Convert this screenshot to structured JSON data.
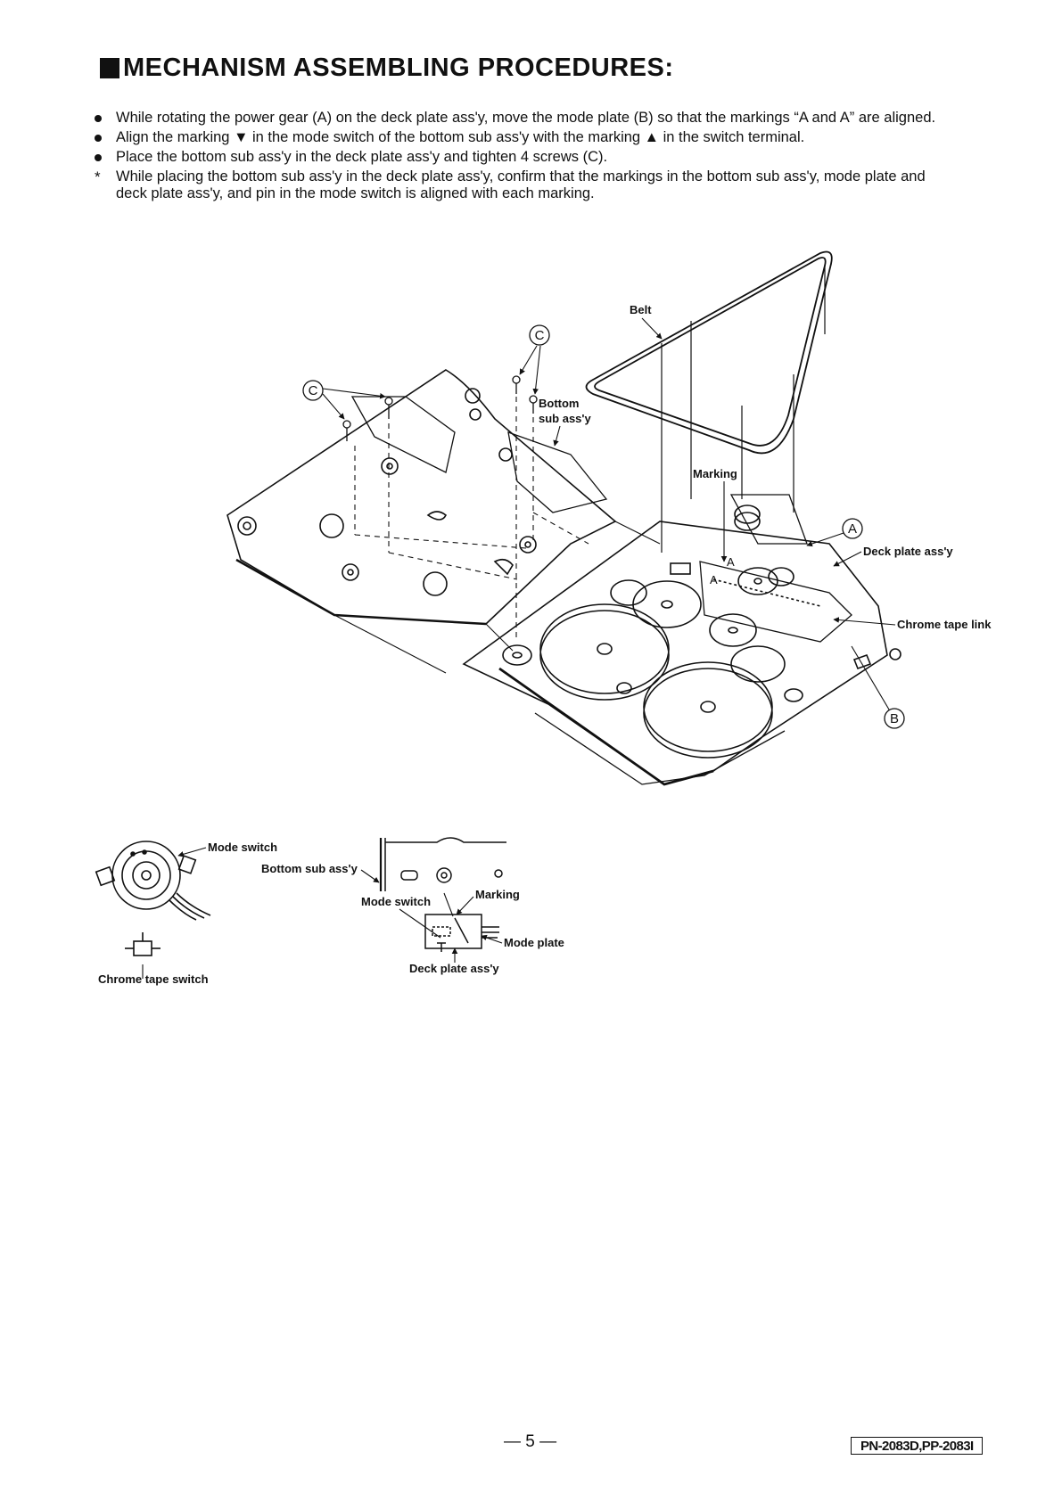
{
  "heading": "MECHANISM ASSEMBLING PROCEDURES:",
  "steps": [
    {
      "bullet": "dot",
      "text": "While rotating the power gear (A) on the deck plate ass'y, move the mode plate (B) so that the markings “A and A” are aligned."
    },
    {
      "bullet": "dot",
      "text": "Align the marking ▼ in the mode switch of the bottom sub ass'y with the marking ▲ in the switch terminal."
    },
    {
      "bullet": "dot",
      "text": "Place the bottom sub ass'y in the deck plate ass'y and tighten 4 screws (C)."
    },
    {
      "bullet": "star",
      "text": "While placing the bottom sub ass'y in the deck plate ass'y, confirm that the markings in the bottom sub ass'y, mode plate and deck plate ass'y, and pin in the mode switch is aligned with each marking."
    }
  ],
  "diagram": {
    "belt": "Belt",
    "callout_c1": "C",
    "callout_c2": "C",
    "callout_a": "A",
    "callout_b": "B",
    "bottom_sub_1": "Bottom",
    "bottom_sub_2": "sub ass'y",
    "marking": "Marking",
    "deck_plate": "Deck plate ass'y",
    "chrome_link": "Chrome tape link",
    "gear_mark_a1": "A",
    "gear_mark_a2": "A"
  },
  "detail_left": {
    "mode_switch": "Mode switch",
    "chrome_switch": "Chrome tape switch"
  },
  "detail_right": {
    "bottom_sub": "Bottom sub ass'y",
    "mode_switch": "Mode switch",
    "marking": "Marking",
    "mode_plate": "Mode plate",
    "deck_plate": "Deck plate ass'y"
  },
  "footer": {
    "page_number": "— 5 —",
    "model_code": "PN-2083D,PP-2083I"
  }
}
